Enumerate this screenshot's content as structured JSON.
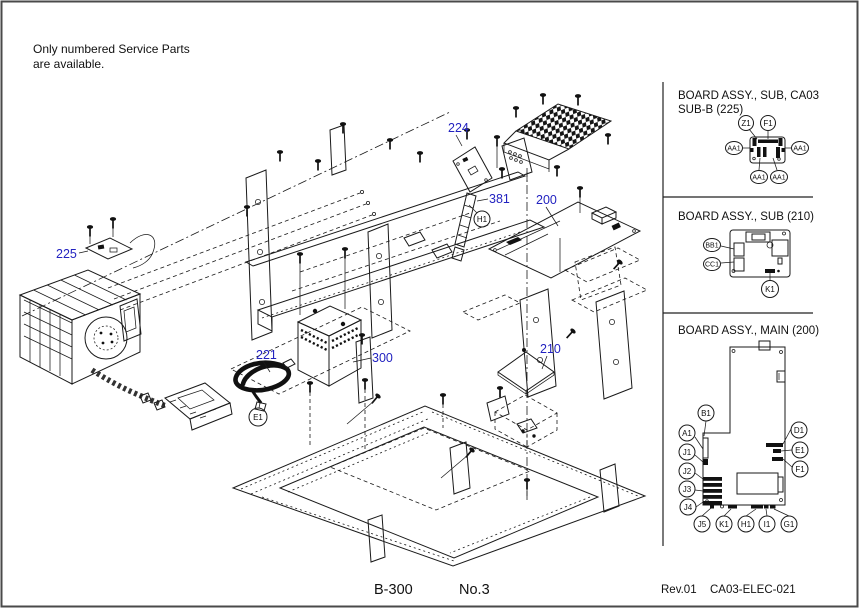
{
  "note": {
    "line1": "Only numbered Service Parts",
    "line2": "are available."
  },
  "footer": {
    "assembly": "B-300",
    "sheet": "No.3",
    "revision": "Rev.01",
    "doc_code": "CA03-ELEC-021"
  },
  "colors": {
    "callout_blue": "#2222c0",
    "line": "#1a1a1a"
  },
  "diagram": {
    "callouts": {
      "c225": "225",
      "c224": "224",
      "c381": "381",
      "c200": "200",
      "c221": "221",
      "c300": "300",
      "c210": "210"
    },
    "refs": {
      "h1": "H1",
      "e1": "E1"
    }
  },
  "sidebar": {
    "box1": {
      "title_line1": "BOARD ASSY., SUB, CA03",
      "title_line2": "SUB-B (225)",
      "labels": {
        "z1": "Z1",
        "f1": "F1",
        "aa1": "AA1"
      }
    },
    "box2": {
      "title": "BOARD ASSY., SUB (210)",
      "labels": {
        "bb1": "BB1",
        "cc1": "CC1",
        "k1": "K1"
      }
    },
    "box3": {
      "title": "BOARD ASSY., MAIN (200)",
      "labels": {
        "b1": "B1",
        "a1": "A1",
        "j1": "J1",
        "j2": "J2",
        "j3": "J3",
        "j4": "J4",
        "j5": "J5",
        "k1": "K1",
        "h1": "H1",
        "i1": "I1",
        "g1": "G1",
        "d1": "D1",
        "e1": "E1",
        "f1": "F1"
      }
    }
  }
}
